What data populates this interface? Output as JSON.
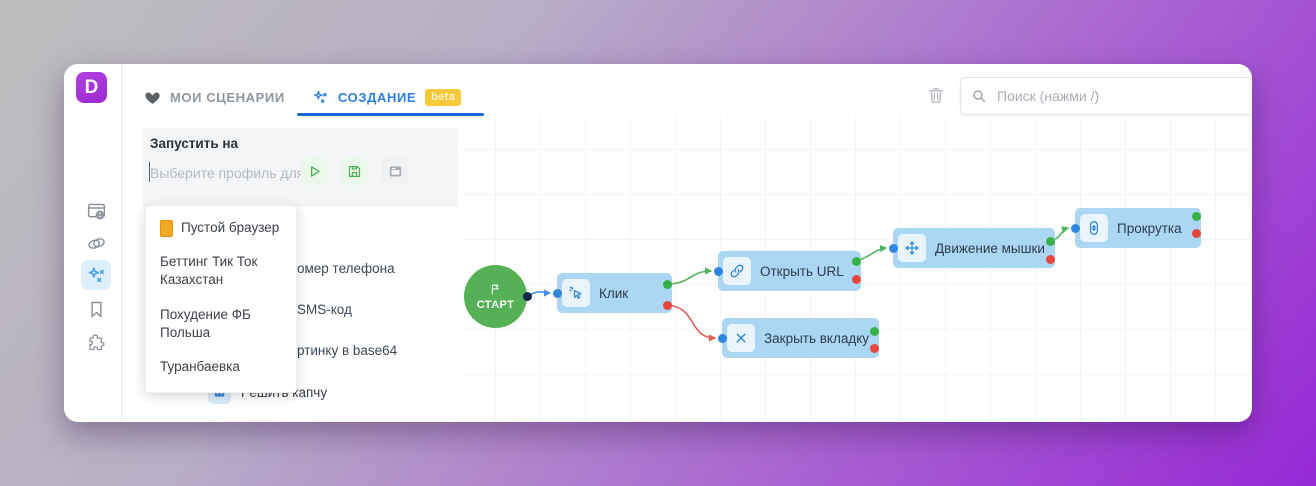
{
  "colors": {
    "accent_blue": "#2b7fe0",
    "node_fill": "#abd6f4",
    "start_green": "#56b156",
    "port_green": "#36b14a",
    "port_red": "#e5473d",
    "port_blue": "#2f86df",
    "port_navy": "#14284b",
    "beta_badge_bg": "#f7c93e",
    "logo_purple": "#a836d6",
    "profile_icon_orange": "#f3a824"
  },
  "logo": {
    "letter": "D"
  },
  "tabs": {
    "scenarios": {
      "label": "МОИ СЦЕНАРИИ"
    },
    "creation": {
      "label": "СОЗДАНИЕ",
      "badge": "beta"
    }
  },
  "toolbar": {
    "search_placeholder": "Поиск (нажми /)"
  },
  "run_panel": {
    "title": "Запустить на",
    "profile_placeholder": "Выберите профиль для з"
  },
  "profile_dropdown": {
    "items": [
      {
        "label": "Пустой браузер",
        "icon": "empty-browser"
      },
      {
        "label": "Беттинг Тик Ток Казахстан"
      },
      {
        "label": "Похудение ФБ Польша"
      },
      {
        "label": "Туранбаевка"
      }
    ]
  },
  "blocks_list": {
    "partial_items": [
      {
        "label": "омер телефона"
      },
      {
        "label": "SMS-код"
      },
      {
        "label": "ртинку в base64"
      }
    ],
    "captcha": {
      "label": "Решить капчу",
      "icon": "robot"
    }
  },
  "flow": {
    "start": {
      "label": "СТАРТ",
      "icon": "flag"
    },
    "nodes": [
      {
        "label": "Клик",
        "icon": "cursor-click"
      },
      {
        "label": "Открыть URL",
        "icon": "link"
      },
      {
        "label": "Закрыть вкладку",
        "icon": "close"
      },
      {
        "label": "Движение мышки",
        "icon": "move"
      },
      {
        "label": "Прокрутка",
        "icon": "scroll"
      }
    ]
  }
}
